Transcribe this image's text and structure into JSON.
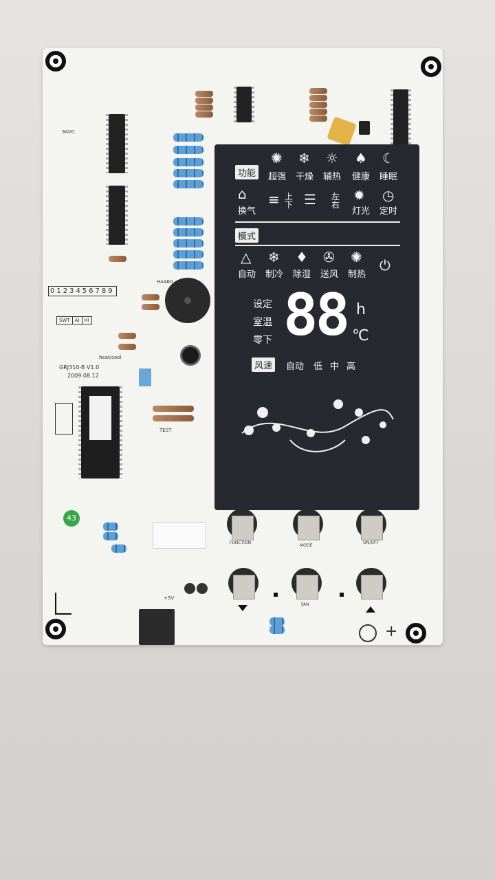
{
  "board": {
    "model": "GRJ310-B",
    "version": "V1.0",
    "date": "2009.08.12",
    "rohs": "94V0",
    "badge": "43",
    "digits": "0123456789",
    "swt_labels": [
      "SWT",
      "AI",
      "HI"
    ],
    "buzzer": "HA460",
    "heat_cool": "heat/cool",
    "test": "TEST",
    "plus5v": "+5V"
  },
  "display": {
    "function_tag": "功能",
    "function_items": [
      "超强",
      "干燥",
      "辅热",
      "健康",
      "睡眠"
    ],
    "row2_items": [
      "换气",
      "上下",
      "左右",
      "灯光",
      "定时"
    ],
    "mode_tag": "模式",
    "mode_items": [
      "自动",
      "制冷",
      "除湿",
      "送风",
      "制热"
    ],
    "temp_labels": [
      "设定",
      "室温",
      "零下"
    ],
    "digits": "88",
    "unit_h": "h",
    "unit_c": "℃",
    "fan_tag": "风速",
    "fan_items": [
      "自动",
      "低",
      "中",
      "高"
    ]
  },
  "buttons": {
    "top": [
      "FUNCTION",
      "MODE",
      "ON/OFF"
    ],
    "bottom": [
      "",
      "FAN",
      ""
    ]
  },
  "icons": {
    "function": [
      "fan-icon",
      "snowflake-icon",
      "sun-icon",
      "tree-icon",
      "moon-icon"
    ],
    "row2": [
      "house-icon",
      "lamp-icon",
      "lamp-icon",
      "bulb-icon",
      "clock-icon"
    ],
    "mode": [
      "drop-icon",
      "snowflake-icon",
      "drops-icon",
      "fan-icon",
      "sun-icon"
    ],
    "power": "power-icon"
  }
}
